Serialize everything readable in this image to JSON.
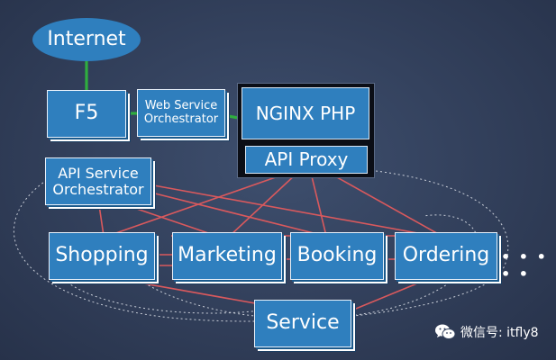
{
  "nodes": {
    "internet": "Internet",
    "f5": "F5",
    "web_service_orchestrator": "Web Service Orchestrator",
    "nginx_php": "NGINX PHP",
    "api_proxy": "API Proxy",
    "api_service_orchestrator": "API Service Orchestrator",
    "shopping": "Shopping",
    "marketing": "Marketing",
    "booking": "Booking",
    "ordering": "Ordering",
    "service": "Service",
    "more": "• • • • •"
  },
  "watermark": {
    "text": "微信号: itfly8",
    "icon": "wechat-icon"
  },
  "colors": {
    "background": "#34425e",
    "node_fill": "#2f7fbe",
    "green_link": "#2fae3f",
    "red_link": "#d9595d",
    "dashed_ring": "#c9ced8"
  }
}
